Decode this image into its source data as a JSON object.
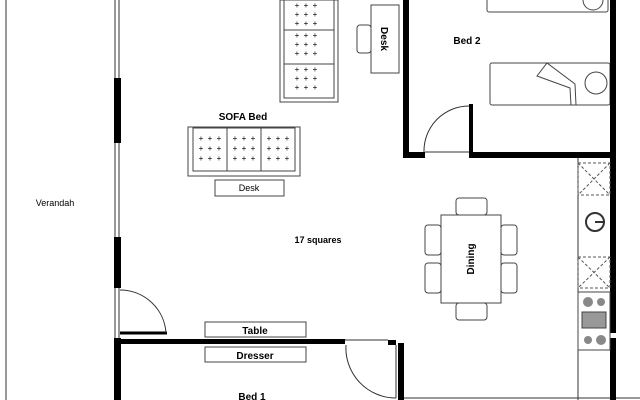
{
  "plan": {
    "labels": {
      "verandah": "Verandah",
      "sofa_bed": "SOFA Bed",
      "desk_living": "Desk",
      "desk_top": "Desk",
      "bed2": "Bed 2",
      "area": "17 squares",
      "dining": "Dining",
      "table": "Table",
      "dresser": "Dresser",
      "bed1": "Bed 1"
    }
  }
}
